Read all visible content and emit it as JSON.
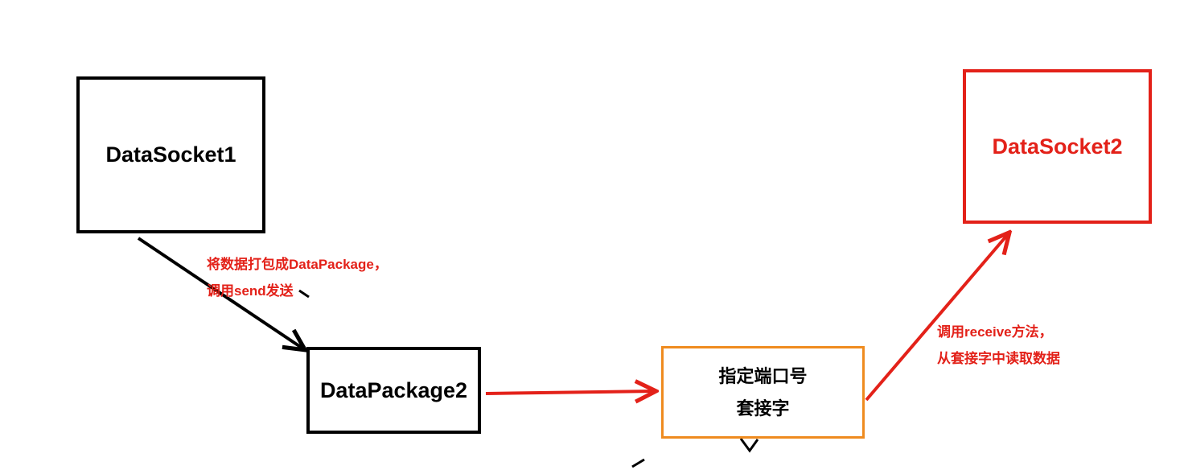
{
  "diagram": {
    "nodes": {
      "datasocket1": {
        "label": "DataSocket1"
      },
      "datapackage2": {
        "label": "DataPackage2"
      },
      "port_socket": {
        "line1": "指定端口号",
        "line2": "套接字"
      },
      "datasocket2": {
        "label": "DataSocket2"
      }
    },
    "annotations": {
      "send": {
        "line1": "将数据打包成DataPackage，",
        "line2": "调用send发送"
      },
      "receive": {
        "line1": "调用receive方法，",
        "line2": "从套接字中读取数据"
      }
    },
    "colors": {
      "background": "#ffffff",
      "black_node_border": "#000000",
      "orange_node_border": "#ef8b1f",
      "red_node_border": "#e32119",
      "red_arrow": "#e32119",
      "black_arrow": "#000000",
      "annotation_text": "#e32119"
    }
  }
}
